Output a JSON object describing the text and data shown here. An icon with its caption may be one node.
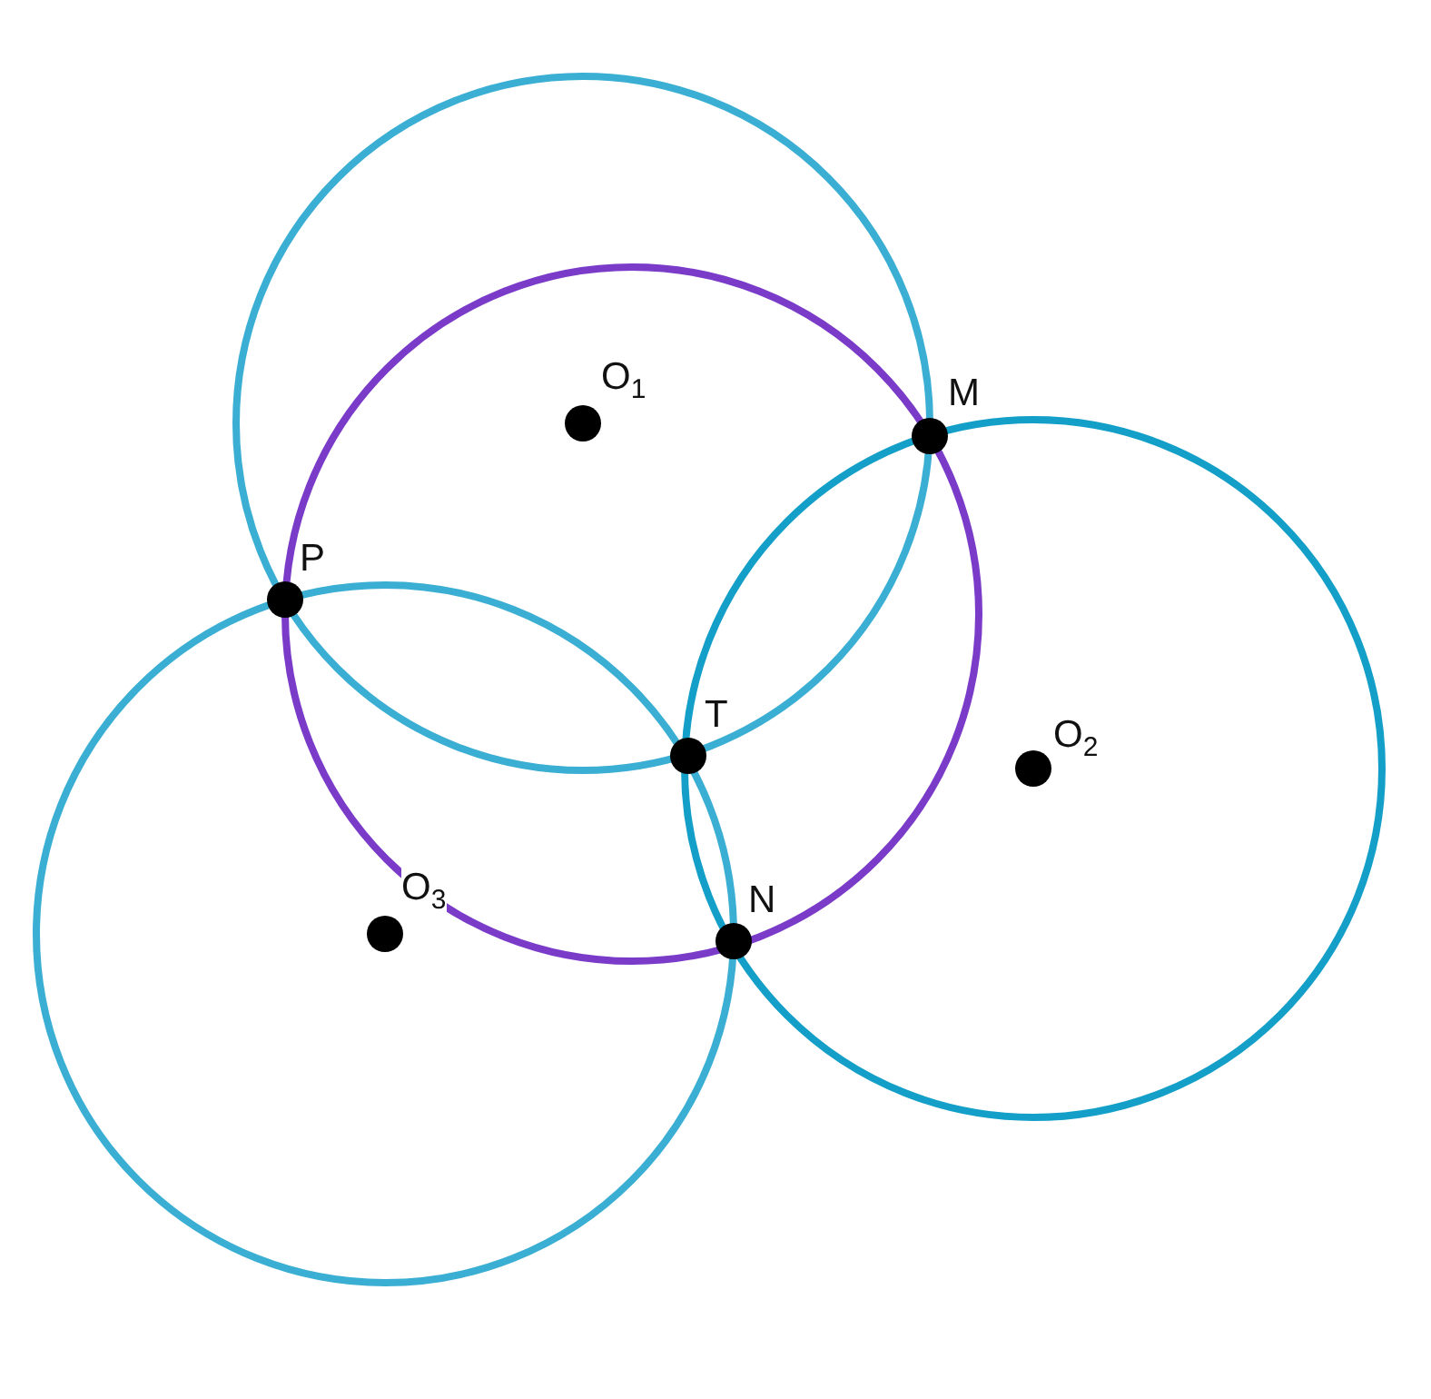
{
  "diagram": {
    "labels": [
      "O$_{1}$",
      "M",
      "P",
      "T",
      "O$_{2}$",
      "N",
      "O$_{3}$"
    ]
  }
}
